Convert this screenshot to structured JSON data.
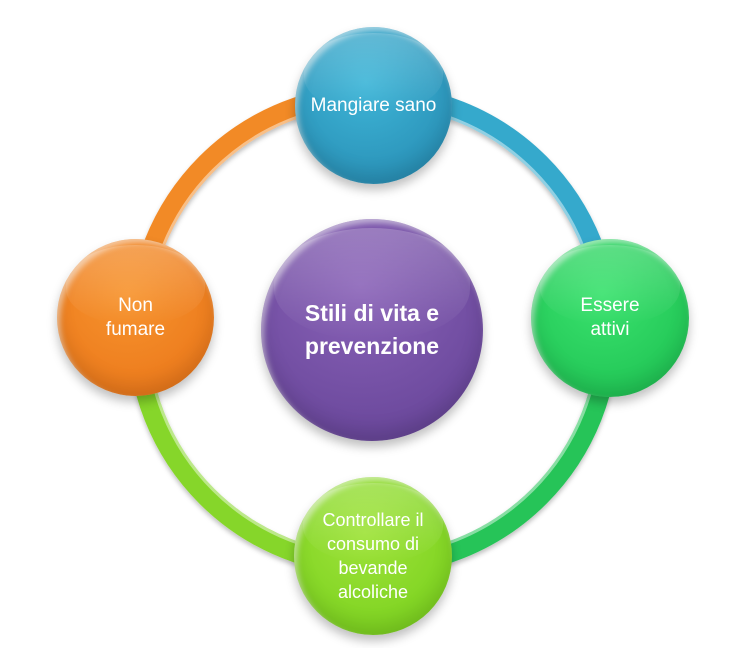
{
  "diagram": {
    "type": "cycle",
    "center": {
      "label": "Stili di vita e prevenzione",
      "color": "#6d4a9e"
    },
    "nodes": [
      {
        "id": "top",
        "label": "Mangiare sano",
        "color": "#2a92b8"
      },
      {
        "id": "right",
        "label": "Essere attivi",
        "color": "#22c656"
      },
      {
        "id": "bottom",
        "label": "Controllare il consumo di bevande alcoliche",
        "color": "#7ed321"
      },
      {
        "id": "left",
        "label": "Non fumare",
        "color": "#ec7a1c"
      }
    ],
    "ring_segments": [
      {
        "from": "left",
        "to": "top",
        "color": "#f28a26"
      },
      {
        "from": "top",
        "to": "right",
        "color": "#36a9cc"
      },
      {
        "from": "right",
        "to": "bottom",
        "color": "#26c458"
      },
      {
        "from": "bottom",
        "to": "left",
        "color": "#86d62a"
      }
    ]
  }
}
